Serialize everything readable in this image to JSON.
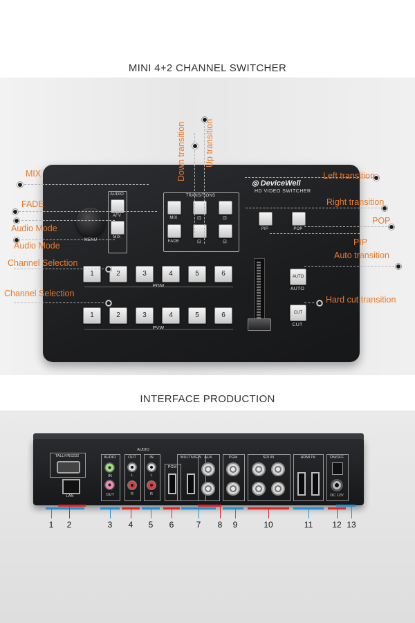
{
  "titles": {
    "top": "MINI 4+2 CHANNEL SWITCHER",
    "bottom": "INTERFACE PRODUCTION"
  },
  "brand": {
    "logo": "DeviceWell",
    "model": "HD VIDEO SWITCHER"
  },
  "console": {
    "audio_title": "AUDIO",
    "afv": "AFV",
    "mix": "MIX",
    "menu": "MENU",
    "transitions_title": "TRANSITIONS",
    "mix_btn": "MIX",
    "fade_btn": "FADE",
    "pip": "PIP",
    "pop": "POP",
    "auto": "AUTO",
    "cut": "CUT",
    "pgm_label": "PGM",
    "pvw_label": "PVW",
    "pgm_buttons": [
      "1",
      "2",
      "3",
      "4",
      "5",
      "6"
    ],
    "pvw_buttons": [
      "1",
      "2",
      "3",
      "4",
      "5",
      "6"
    ]
  },
  "annotations": {
    "mix": "MIX",
    "fade": "FADE",
    "audio_mode_1": "Audio Mode",
    "audio_mode_2": "Audio Mode",
    "channel_selection_1": "Channel Selection",
    "channel_selection_2": "Channel Selection",
    "down_transition": "Down transition",
    "up_transition": "Up transition",
    "left_transition": "Left transition",
    "right_transition": "Right transition",
    "pop": "POP",
    "pip": "PIP",
    "auto_transition": "Auto transition",
    "hard_cut_transition": "Hard cut transition"
  },
  "rear_labels": {
    "tally": "TALLY/RS232",
    "lan": "LAN",
    "audio": "AUDIO",
    "in": "IN",
    "out": "OUT",
    "out2": "OUT",
    "in2": "IN",
    "l": "L",
    "r": "R",
    "pgm": "PGM",
    "multiview": "MULTIVIEW",
    "aux": "AUX",
    "pgm2": "PGM",
    "sdi_in": "SDI IN",
    "hdmi_in": "HDMI IN",
    "on_off": "ON/OFF",
    "dc": "DC 12V"
  },
  "numbers": [
    "1",
    "2",
    "3",
    "4",
    "5",
    "6",
    "7",
    "8",
    "9",
    "10",
    "11",
    "12",
    "13"
  ],
  "colors": {
    "accent": "#e8792a",
    "red": "#e02424",
    "blue": "#1f8fd6"
  }
}
